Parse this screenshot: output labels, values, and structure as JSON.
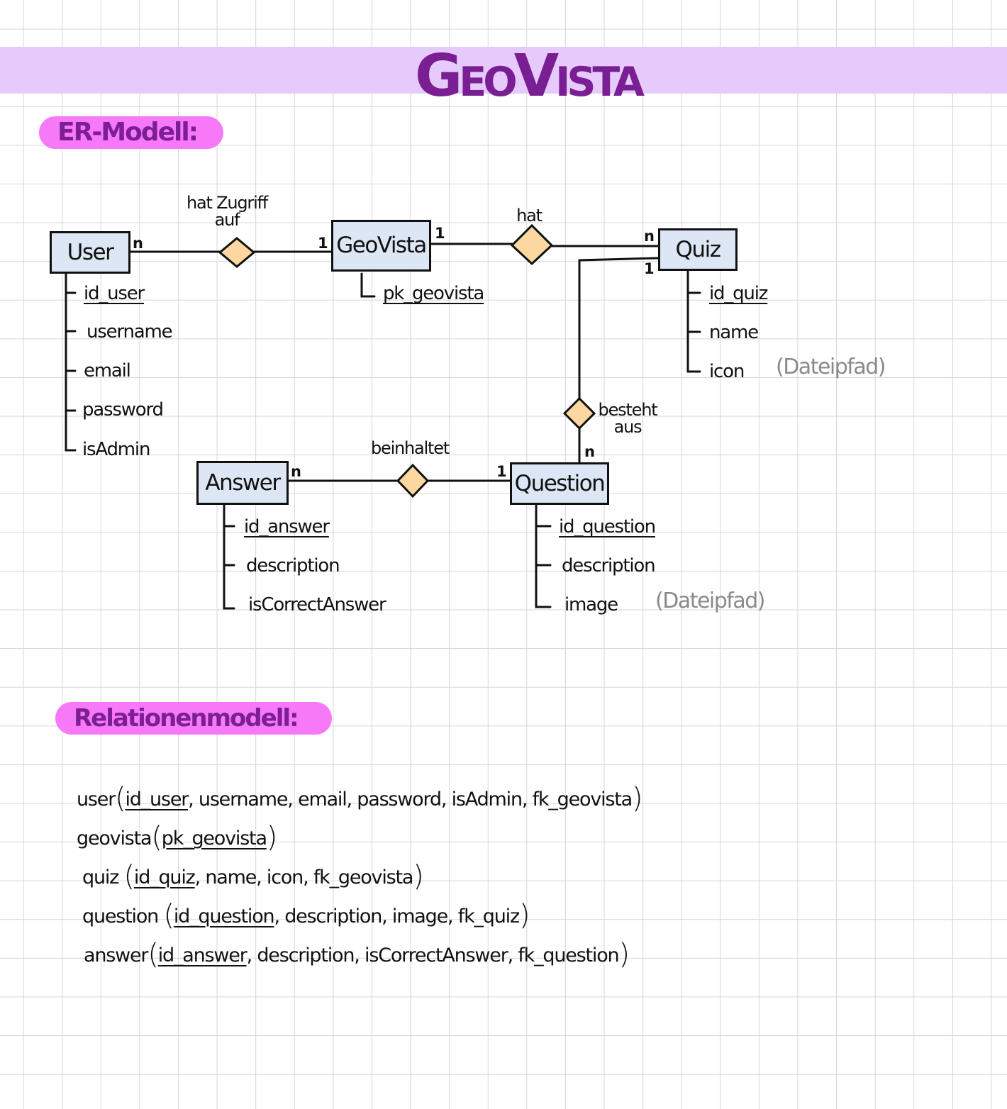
{
  "title": "GeoVista",
  "sections": {
    "er": "ER-Modell:",
    "relational": "Relationenmodell:"
  },
  "entities": {
    "user": "User",
    "geovista": "GeoVista",
    "quiz": "Quiz",
    "answer": "Answer",
    "question": "Question"
  },
  "attributes": {
    "user": [
      "id_user",
      "username",
      "email",
      "password",
      "isAdmin"
    ],
    "geovista": [
      "pk_geovista"
    ],
    "quiz": [
      "id_quiz",
      "name",
      "icon"
    ],
    "answer": [
      "id_answer",
      "description",
      "isCorrectAnswer"
    ],
    "question": [
      "id_question",
      "description",
      "image"
    ]
  },
  "notes": {
    "quiz_icon": "(Dateipfad)",
    "question_image": "(Dateipfad)"
  },
  "relationships": {
    "user_geovista": {
      "label_line1": "hat Zugriff",
      "label_line2": "auf",
      "card_left": "n",
      "card_right": "1"
    },
    "geovista_quiz": {
      "label": "hat",
      "card_left": "1",
      "card_right": "n"
    },
    "quiz_question": {
      "label_line1": "besteht",
      "label_line2": "aus",
      "card_top": "1",
      "card_bottom": "n"
    },
    "answer_question": {
      "label": "beinhaltet",
      "card_left": "n",
      "card_right": "1"
    }
  },
  "schema": {
    "user": {
      "name": "user",
      "key": "id_user",
      "rest": ", username, email, password, isAdmin, fk_geovista"
    },
    "geovista": {
      "name": "geovista",
      "key": "pk_geovista",
      "rest": ""
    },
    "quiz": {
      "name": "quiz",
      "key": "id_quiz",
      "rest": ", name, icon, fk_geovista"
    },
    "question": {
      "name": "question",
      "key": "id_question",
      "rest": ", description, image, fk_quiz"
    },
    "answer": {
      "name": "answer",
      "key": "id_answer",
      "rest": ", description, isCorrectAnswer, fk_question"
    }
  },
  "colors": {
    "title_band": "#e6cafb",
    "title_text": "#7a1f93",
    "pill_bg": "#f879f8",
    "pill_text": "#7c1e95",
    "entity_fill": "#dce6f4",
    "diamond_fill": "#fcd7a0"
  }
}
